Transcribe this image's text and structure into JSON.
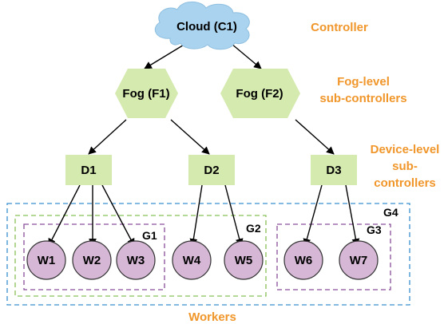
{
  "colors": {
    "cloud_fill": "#a9d3ee",
    "cloud_stroke": "#8fbfe0",
    "green_fill": "#d5eaaf",
    "worker_fill": "#d6b8d6",
    "worker_stroke": "#333333",
    "orange_text": "#f0962a",
    "group_blue": "#3a8fd0",
    "group_green": "#88c057",
    "group_purple": "#8a4d9a"
  },
  "nodes": {
    "cloud": "Cloud (C1)",
    "fog1": "Fog (F1)",
    "fog2": "Fog (F2)",
    "d1": "D1",
    "d2": "D2",
    "d3": "D3",
    "w1": "W1",
    "w2": "W2",
    "w3": "W3",
    "w4": "W4",
    "w5": "W5",
    "w6": "W6",
    "w7": "W7"
  },
  "labels": {
    "controller": "Controller",
    "fog_level_line1": "Fog-level",
    "fog_level_line2": "sub-controllers",
    "device_level_line1": "Device-level",
    "device_level_line2": "sub-",
    "device_level_line3": "controllers",
    "workers": "Workers"
  },
  "groups": {
    "g1": "G1",
    "g2": "G2",
    "g3": "G3",
    "g4": "G4"
  }
}
